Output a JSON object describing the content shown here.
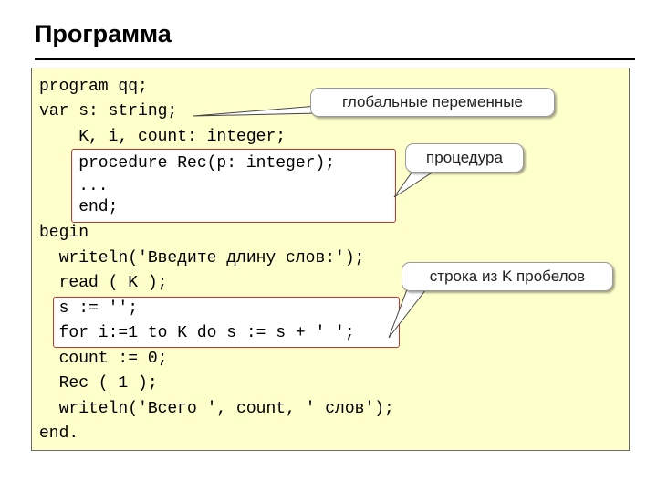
{
  "title": "Программа",
  "code_lines": [
    "program qq;",
    "var s: string;",
    "    K, i, count: integer;",
    "    procedure Rec(p: integer);",
    "    ...",
    "    end;",
    "begin",
    "  writeln('Введите длину слов:');",
    "  read ( K );",
    "  s := '';",
    "  for i:=1 to K do s := s + ' ';",
    "  count := 0;",
    "  Rec ( 1 );",
    "  writeln('Всего ', count, ' слов');",
    "end."
  ],
  "callouts": {
    "global_vars": "глобальные переменные",
    "procedure": "процедура",
    "spaces_string": "строка из K пробелов"
  },
  "colors": {
    "code_background": "#ffffcc",
    "highlight_border": "#c0392b",
    "callout_border": "#9a9a9a"
  }
}
